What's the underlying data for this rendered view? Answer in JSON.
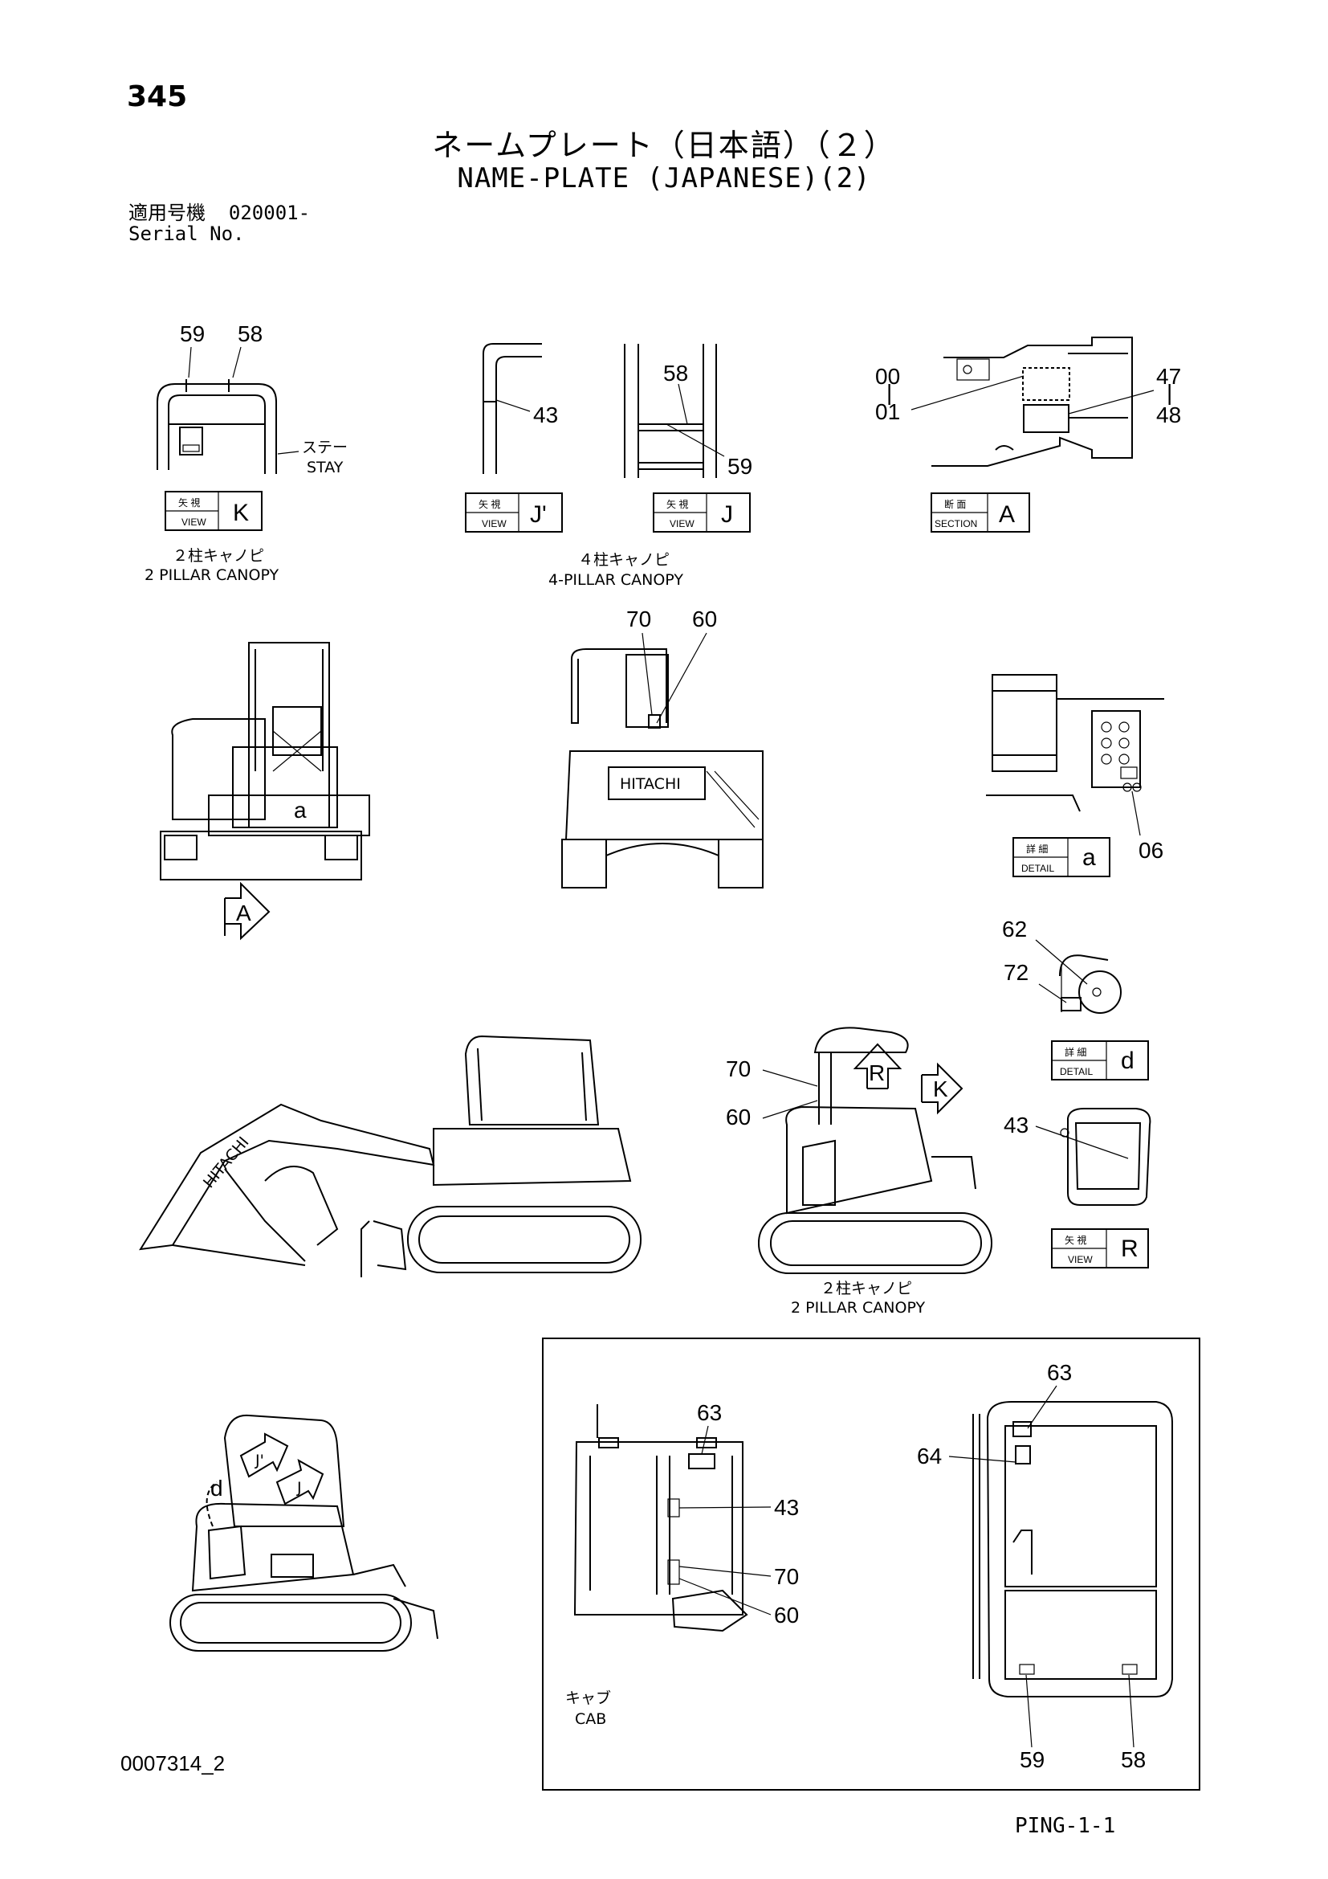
{
  "header": {
    "page_number": "345",
    "title_jp": "ネームプレート（日本語）（２）",
    "title_en": "NAME-PLATE (JAPANESE)(2)",
    "serial_line1": "適用号機  020001-",
    "serial_line2": "Serial No."
  },
  "views": {
    "view_k": {
      "jp": "矢 視",
      "en": "VIEW",
      "letter": "K"
    },
    "view_jp": {
      "jp": "矢 視",
      "en": "VIEW",
      "letter": "J'"
    },
    "view_j": {
      "jp": "矢 視",
      "en": "VIEW",
      "letter": "J"
    },
    "section_a": {
      "jp": "断 面",
      "en": "SECTION",
      "letter": "A"
    },
    "detail_a": {
      "jp": "詳 細",
      "en": "DETAIL",
      "letter": "a"
    },
    "detail_d": {
      "jp": "詳 細",
      "en": "DETAIL",
      "letter": "d"
    },
    "view_r": {
      "jp": "矢 視",
      "en": "VIEW",
      "letter": "R"
    }
  },
  "captions": {
    "stay_jp": "ステー",
    "stay_en": "STAY",
    "pillar2_jp": "２柱キャノピ",
    "pillar2_en": "2 PILLAR CANOPY",
    "pillar4_jp": "４柱キャノピ",
    "pillar4_en": "4-PILLAR CANOPY",
    "pillar2b_jp": "２柱キャノピ",
    "pillar2b_en": "2 PILLAR CANOPY",
    "cab_jp": "キャブ",
    "cab_en": "CAB"
  },
  "callouts": {
    "k59": "59",
    "k58": "58",
    "jp43": "43",
    "j58": "58",
    "j59": "59",
    "a00": "00",
    "a01": "01",
    "a_sep": "|",
    "a47": "47",
    "a48": "48",
    "a_sep2": "|",
    "r70": "70",
    "r60": "60",
    "det06": "06",
    "d62": "62",
    "d72": "72",
    "c70": "70",
    "c60": "60",
    "r43": "43",
    "cab63": "63",
    "cab43": "43",
    "cab70": "70",
    "cab60": "60",
    "top63": "63",
    "top64": "64",
    "top59": "59",
    "top58": "58"
  },
  "markers": {
    "arrow_a": "A",
    "arrow_r": "R",
    "arrow_k": "K",
    "arrow_jp": "J'",
    "arrow_j": "J",
    "d_marker": "d",
    "a_marker": "a",
    "brand": "HITACHI"
  },
  "footer": {
    "doc_code": "0007314_2",
    "sheet_code": "PING-1-1"
  }
}
